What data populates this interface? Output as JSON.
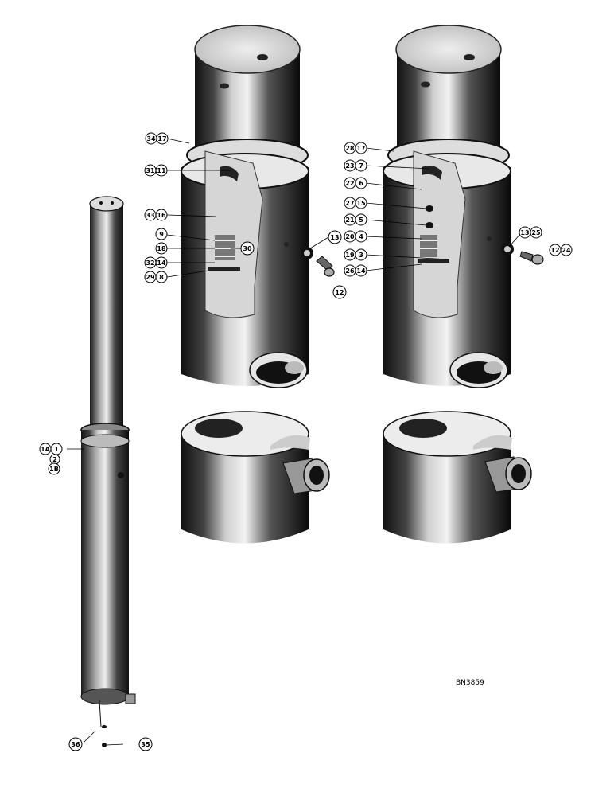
{
  "drawing_ref": "BN3859",
  "callouts": {
    "left_cutaway": [
      "34",
      "17",
      "31",
      "11",
      "33",
      "16",
      "9",
      "18",
      "32",
      "14",
      "29",
      "8",
      "30"
    ],
    "left_cylinder_port": [
      "13",
      "12"
    ],
    "right_cutaway": [
      "28",
      "17",
      "23",
      "7",
      "22",
      "6",
      "27",
      "15",
      "21",
      "5",
      "20",
      "4",
      "19",
      "3",
      "26",
      "14"
    ],
    "right_cylinder_port": [
      "13",
      "25",
      "12",
      "24"
    ],
    "rod_group": [
      "1A",
      "1",
      "2",
      "1B"
    ],
    "rod_bottom": [
      "36",
      "35"
    ]
  }
}
